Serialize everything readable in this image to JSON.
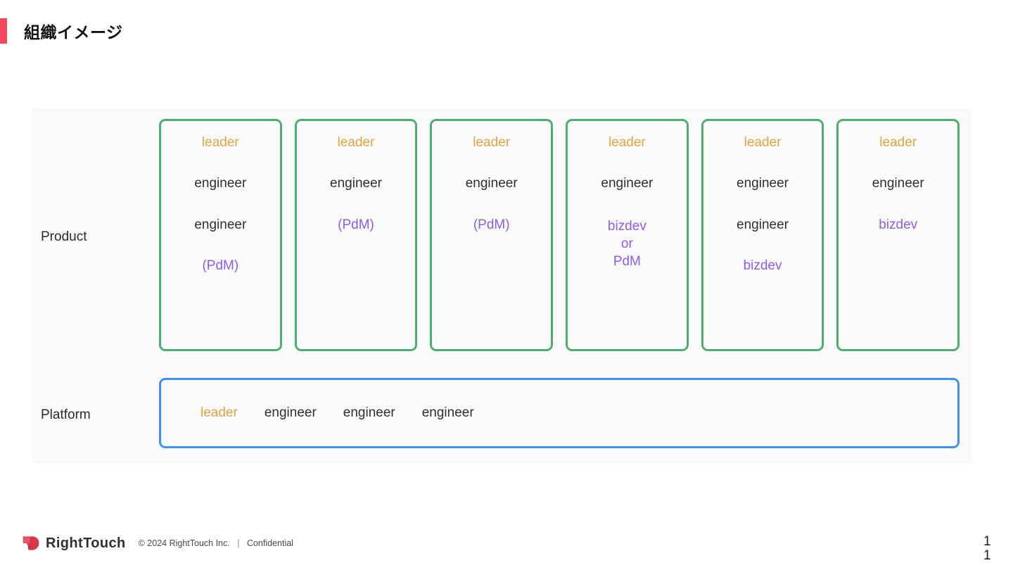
{
  "slide": {
    "title": "組織イメージ",
    "accent_color": "#f2475f"
  },
  "colors": {
    "leader": "#e9a33c",
    "engineer": "#2f2f2f",
    "bizdev": "#8a5cf5",
    "pdm": "#8a5cf5",
    "product_border": "#4caf72",
    "platform_border": "#3d94f6",
    "panel_background": "#fafafa"
  },
  "diagram": {
    "rows": [
      {
        "label": "Product",
        "columns": [
          {
            "roles": [
              {
                "text": "leader",
                "type": "leader"
              },
              {
                "text": "engineer",
                "type": "engineer"
              },
              {
                "text": "engineer",
                "type": "engineer"
              },
              {
                "text": "(PdM)",
                "type": "pdm"
              }
            ]
          },
          {
            "roles": [
              {
                "text": "leader",
                "type": "leader"
              },
              {
                "text": "engineer",
                "type": "engineer"
              },
              {
                "text": "(PdM)",
                "type": "pdm"
              }
            ]
          },
          {
            "roles": [
              {
                "text": "leader",
                "type": "leader"
              },
              {
                "text": "engineer",
                "type": "engineer"
              },
              {
                "text": "(PdM)",
                "type": "pdm"
              }
            ]
          },
          {
            "roles": [
              {
                "text": "leader",
                "type": "leader"
              },
              {
                "text": "engineer",
                "type": "engineer"
              },
              {
                "text": "bizdev\nor\nPdM",
                "type": "bizdev-or-pdm"
              }
            ]
          },
          {
            "roles": [
              {
                "text": "leader",
                "type": "leader"
              },
              {
                "text": "engineer",
                "type": "engineer"
              },
              {
                "text": "engineer",
                "type": "engineer"
              },
              {
                "text": "bizdev",
                "type": "bizdev"
              }
            ]
          },
          {
            "roles": [
              {
                "text": "leader",
                "type": "leader"
              },
              {
                "text": "engineer",
                "type": "engineer"
              },
              {
                "text": "bizdev",
                "type": "bizdev"
              }
            ]
          }
        ]
      },
      {
        "label": "Platform",
        "members": [
          {
            "text": "leader",
            "type": "leader"
          },
          {
            "text": "engineer",
            "type": "engineer"
          },
          {
            "text": "engineer",
            "type": "engineer"
          },
          {
            "text": "engineer",
            "type": "engineer"
          }
        ]
      }
    ]
  },
  "footer": {
    "logo_text": "RightTouch",
    "copyright": "© 2024 RightTouch Inc.",
    "separator": "|",
    "classification": "Confidential"
  },
  "page_number": "11"
}
